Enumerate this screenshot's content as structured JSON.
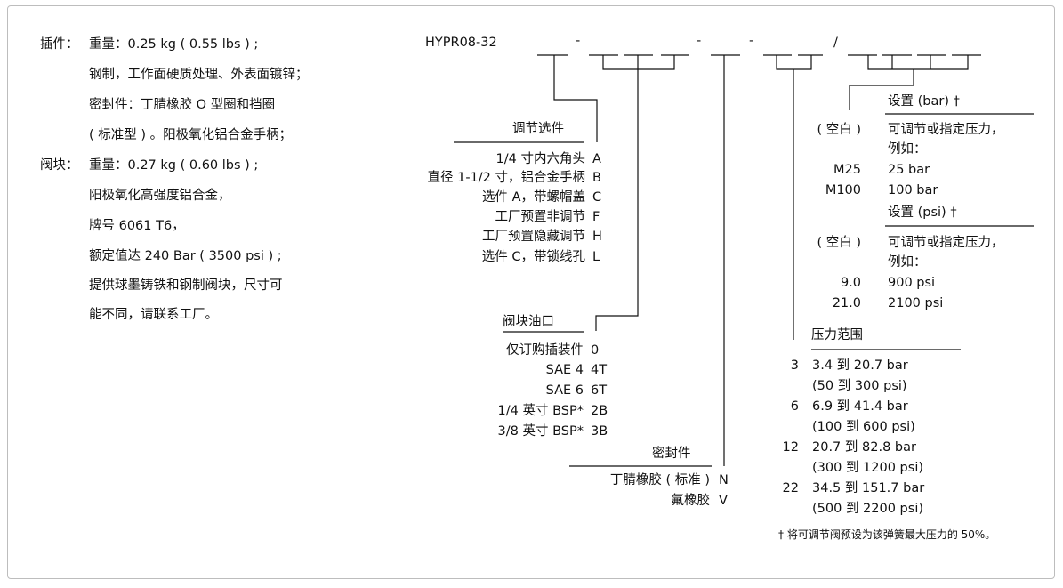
{
  "left": {
    "cartridge_label": "插件：",
    "cartridge_lines": [
      "重量：0.25 kg ( 0.55 lbs ) ;",
      "钢制，工作面硬质处理、外表面镀锌；",
      "密封件：丁腈橡胶 O 型圈和挡圈",
      "( 标准型 ) 。阳极氧化铝合金手柄；"
    ],
    "body_label": "阀块：",
    "body_lines": [
      "重量：0.27 kg ( 0.60 lbs ) ;",
      "阳极氧化高强度铝合金，",
      "牌号 6061 T6，",
      "额定值达 240 Bar ( 3500 psi ) ;",
      "提供球墨铸铁和钢制阀块，尺寸可",
      "能不同，请联系工厂。"
    ]
  },
  "code": {
    "model": "HYPR08-32",
    "dash": "-",
    "slash": "/"
  },
  "adjustment": {
    "title": "调节选件",
    "items": [
      {
        "label": "1/4 寸内六角头",
        "code": "A"
      },
      {
        "label": "直径 1-1/2 寸，铝合金手柄",
        "code": "B"
      },
      {
        "label": "选件 A，带螺帽盖",
        "code": "C"
      },
      {
        "label": "工厂预置非调节",
        "code": "F"
      },
      {
        "label": "工厂预置隐藏调节",
        "code": "H"
      },
      {
        "label": "选件 C，带锁线孔",
        "code": "L"
      }
    ]
  },
  "ports": {
    "title": "阀块油口",
    "items": [
      {
        "label": "仅订购插装件",
        "code": "0"
      },
      {
        "label": "SAE 4",
        "code": "4T"
      },
      {
        "label": "SAE 6",
        "code": "6T"
      },
      {
        "label": "1/4 英寸 BSP*",
        "code": "2B"
      },
      {
        "label": "3/8 英寸 BSP*",
        "code": "3B"
      }
    ]
  },
  "seals": {
    "title": "密封件",
    "items": [
      {
        "label": "丁腈橡胶 ( 标准 )",
        "code": "N"
      },
      {
        "label": "氟橡胶",
        "code": "V"
      }
    ]
  },
  "setting_bar": {
    "title": "设置 (bar) †",
    "items": [
      {
        "code": "( 空白 )",
        "label": "可调节或指定压力，"
      },
      {
        "code": "",
        "label": "例如："
      },
      {
        "code": "M25",
        "label": "25 bar"
      },
      {
        "code": "M100",
        "label": "100 bar"
      }
    ]
  },
  "setting_psi": {
    "title": "设置 (psi) †",
    "items": [
      {
        "code": "( 空白 )",
        "label": "可调节或指定压力，"
      },
      {
        "code": "",
        "label": "例如："
      },
      {
        "code": "9.0",
        "label": "900 psi"
      },
      {
        "code": "21.0",
        "label": "2100 psi"
      }
    ]
  },
  "pressure_range": {
    "title": "压力范围",
    "items": [
      {
        "code": "3",
        "bar": "3.4 到 20.7 bar",
        "psi": "(50 到 300 psi)"
      },
      {
        "code": "6",
        "bar": "6.9 到 41.4 bar",
        "psi": "(100 到 600 psi)"
      },
      {
        "code": "12",
        "bar": "20.7 到 82.8 bar",
        "psi": "(300 到 1200 psi)"
      },
      {
        "code": "22",
        "bar": "34.5 到 151.7 bar",
        "psi": "(500 到 2200 psi)"
      }
    ]
  },
  "footnote": "† 将可调节阀预设为该弹簧最大压力的 50%。"
}
